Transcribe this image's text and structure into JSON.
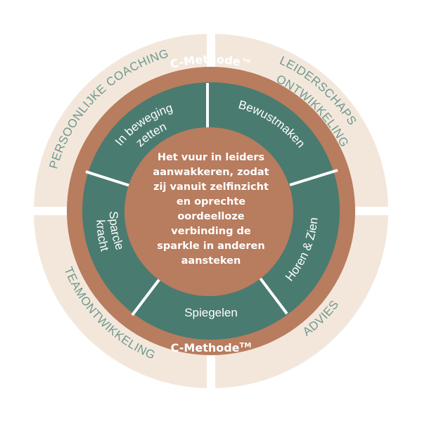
{
  "colors": {
    "cream": "#f3e7db",
    "copper": "#b87c5e",
    "teal": "#4a7b70",
    "outer_text": "#6f9a90",
    "white": "#ffffff"
  },
  "outer_quadrants": {
    "top_left": "PERSOONLIJKE COACHING",
    "top_right_line1": "LEIDERSCHAPS",
    "top_right_line2": "ONTWIKKELING",
    "bottom_left": "TEAMONTWIKKELING",
    "bottom_right": "ADVIES"
  },
  "brand": {
    "top": "C-Methode™",
    "bottom_text": "C-Methode",
    "bottom_tm": "TM"
  },
  "segments": {
    "in_beweging_line1": "In beweging",
    "in_beweging_line2": "zetten",
    "bewustmaken": "Bewustmaken",
    "horen_zien": "Horen & Zien",
    "spiegelen": "Spiegelen",
    "sparcle_line1": "Sparcle",
    "sparcle_line2": "kracht"
  },
  "center": {
    "lines": [
      "Het vuur in leiders",
      "aanwakkeren, zodat",
      "zij vanuit zelfinzicht",
      "en oprechte",
      "oordeelloze",
      "verbinding de",
      "sparkle in anderen",
      "aansteken"
    ]
  }
}
